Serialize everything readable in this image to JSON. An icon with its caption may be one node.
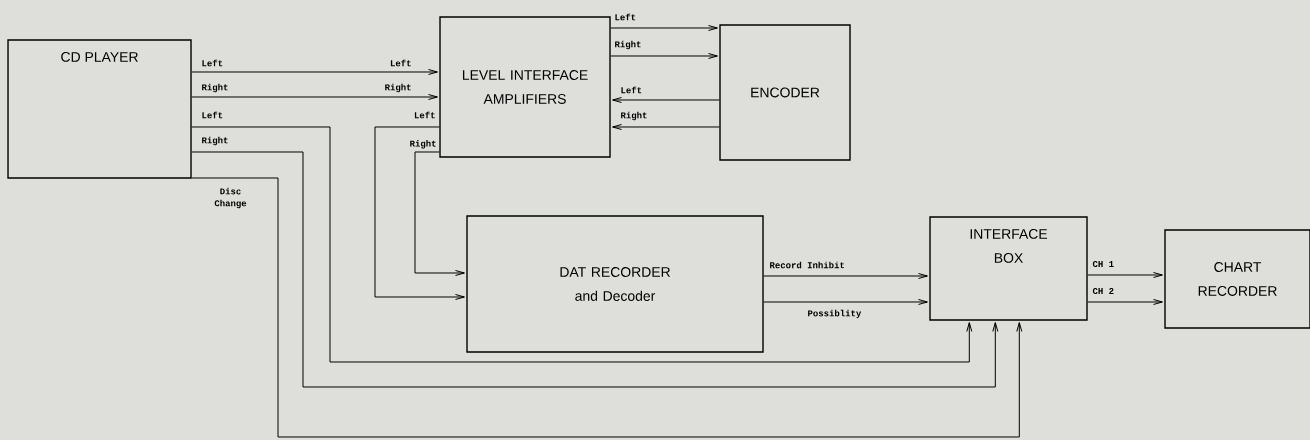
{
  "diagram": {
    "nodes": [
      {
        "text": [
          "CD PLAYER"
        ]
      },
      {
        "text": [
          "LEVEL INTERFACE AMPLIFIERS"
        ]
      },
      {
        "text": [
          "ENCODER"
        ]
      },
      {
        "text": [
          "DAT RECORDER and Decoder"
        ]
      },
      {
        "text": [
          "INTERFACE BOX"
        ]
      },
      {
        "text": [
          "CHART RECORDER"
        ]
      }
    ],
    "edges": [
      {
        "from": 0,
        "to": 1,
        "arrow": "to",
        "label": "Left"
      },
      {
        "from": 0,
        "to": 1,
        "arrow": "to",
        "label": "Right"
      },
      {
        "from": 0,
        "to": 4,
        "arrow": "to",
        "label": "Left"
      },
      {
        "from": 0,
        "to": 4,
        "arrow": "to",
        "label": "Right"
      },
      {
        "from": 0,
        "to": 4,
        "arrow": "to",
        "label": "Disc Change"
      },
      {
        "from": 1,
        "to": 3,
        "arrow": "to",
        "label": "Left"
      },
      {
        "from": 1,
        "to": 3,
        "arrow": "to",
        "label": "Right"
      },
      {
        "from": 1,
        "to": 2,
        "arrow": "to",
        "label": "Left"
      },
      {
        "from": 1,
        "to": 2,
        "arrow": "to",
        "label": "Right"
      },
      {
        "from": 2,
        "to": 1,
        "arrow": "to",
        "label": "Left"
      },
      {
        "from": 2,
        "to": 1,
        "arrow": "to",
        "label": "Right"
      },
      {
        "from": 3,
        "to": 4,
        "arrow": "to",
        "label": "Record Inhibit"
      },
      {
        "from": 3,
        "to": 4,
        "arrow": "to",
        "label": "Possiblity"
      },
      {
        "from": 4,
        "to": 5,
        "arrow": "to",
        "label": "CH 1"
      },
      {
        "from": 4,
        "to": 5,
        "arrow": "to",
        "label": "CH 2"
      }
    ],
    "labels": [
      "Left",
      "Right"
    ]
  }
}
